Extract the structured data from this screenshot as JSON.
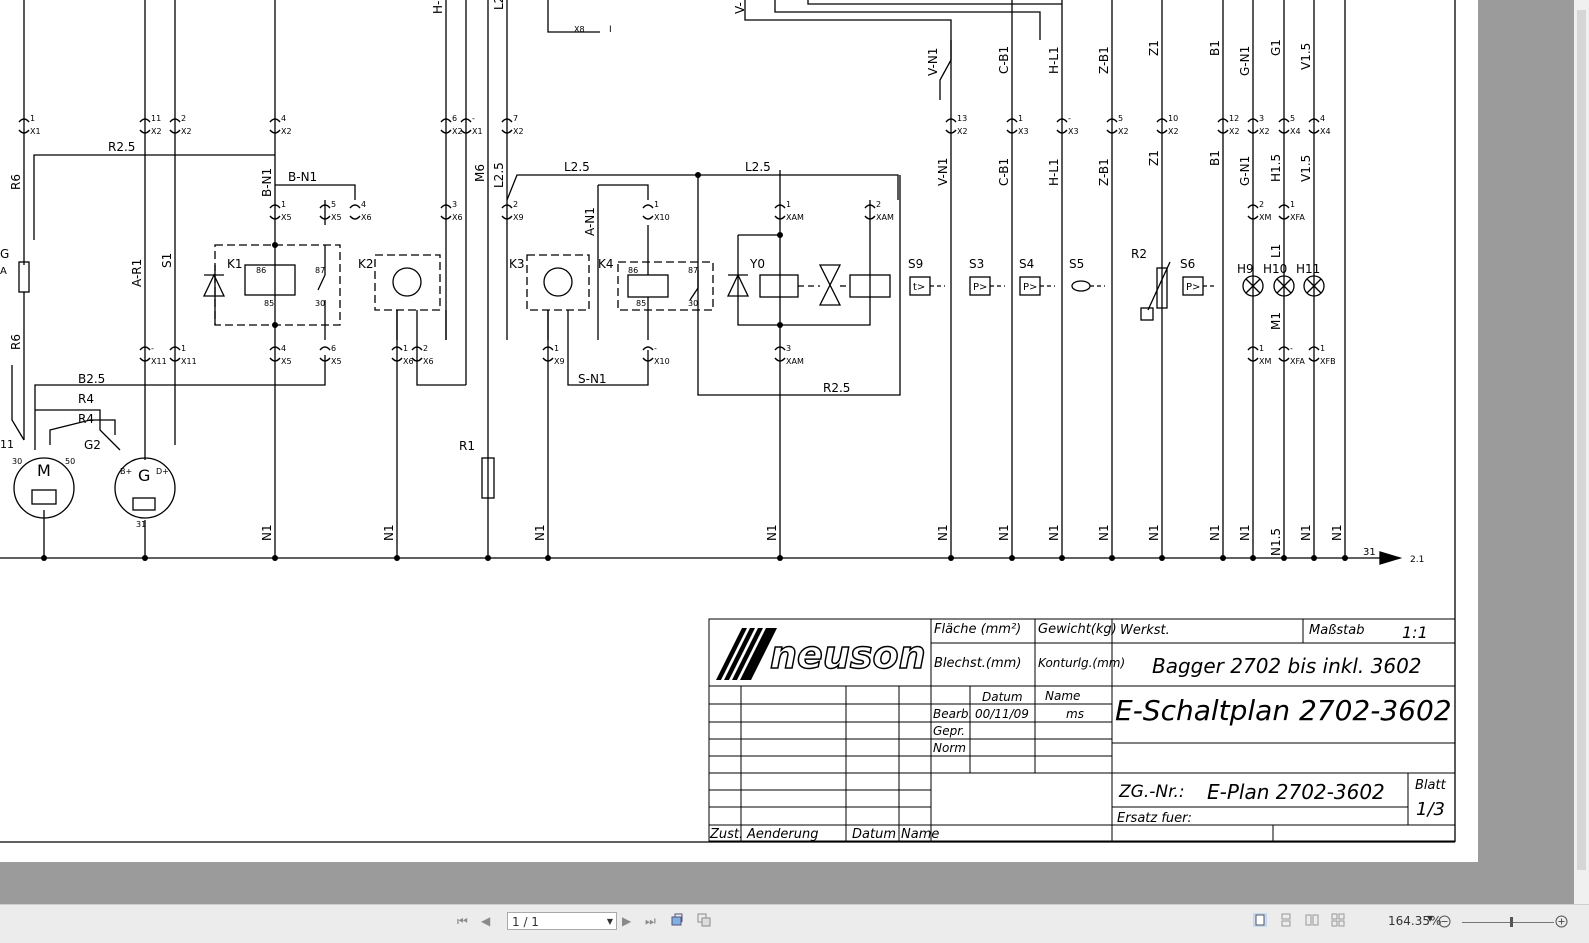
{
  "schematic": {
    "wire_labels": {
      "r25_top": "R2.5",
      "r6_upper": "R6",
      "r6_lower": "R6",
      "b25": "B2.5",
      "r4_a": "R4",
      "r4_b": "R4",
      "b_n1_vert": "B-N1",
      "b_n1_horiz": "B-N1",
      "a_r1": "A-R1",
      "s1": "S1",
      "m6": "M6",
      "l25_vert": "L2.5",
      "l25_h1": "L2.5",
      "l25_h2": "L2.5",
      "a_n1": "A-N1",
      "s_n1": "S-N1",
      "r25_bottom": "R2.5",
      "v_n1_top": "V-N1",
      "v_n1": "V-N1",
      "c_b1_top": "C-B1",
      "c_b1": "C-B1",
      "h_l1_top": "H-L1",
      "h_l1": "H-L1",
      "z_b1_top": "Z-B1",
      "z_b1": "Z-B1",
      "z1_top": "Z1",
      "z1": "Z1",
      "b1_top": "B1",
      "b1": "B1",
      "g_n1_top": "G-N1",
      "g_n1": "G-N1",
      "g1_top": "G1",
      "h15": "H1.5",
      "v15_top": "V1.5",
      "v15": "V1.5",
      "l1": "L1",
      "m1": "M1",
      "h_top": "H-",
      "l2_top": "L2",
      "v_top": "V-",
      "g_left": "G",
      "a_left": "A",
      "n1": "N1",
      "n15": "N1.5",
      "n31": "31",
      "ref21": "2.1",
      "x8": "X8",
      "i8": "I"
    },
    "components": {
      "k1": "K1",
      "k2": "K2",
      "k3": "K3",
      "k4": "K4",
      "y0": "Y0",
      "s9": "S9",
      "s3": "S3",
      "s4": "S4",
      "s5": "S5",
      "s6": "S6",
      "r2": "R2",
      "h9": "H9",
      "h10": "H10",
      "h11": "H11",
      "g2": "G2",
      "r1": "R1",
      "m_motor": "M",
      "g_alt": "G",
      "pin30": "30",
      "pin50": "50",
      "pin31": "31",
      "m1_left": "11",
      "dplus": "D+",
      "bplus": "B+",
      "relay86": "86",
      "relay85": "85",
      "relay87": "87",
      "relay30": "30",
      "t_sym": "t>",
      "p_sym": "P>"
    },
    "connectors": {
      "c1": [
        "1",
        "X1"
      ],
      "c2": [
        "11",
        "X2"
      ],
      "c3": [
        "2",
        "X2"
      ],
      "c4": [
        "4",
        "X2"
      ],
      "c5": [
        "6",
        "X2"
      ],
      "c6": [
        "-",
        "X1"
      ],
      "c7": [
        "7",
        "X2"
      ],
      "c8": [
        "13",
        "X2"
      ],
      "c9": [
        "1",
        "X3"
      ],
      "c10": [
        "-",
        "X3"
      ],
      "c11": [
        "5",
        "X2"
      ],
      "c12": [
        "10",
        "X2"
      ],
      "c13": [
        "12",
        "X2"
      ],
      "c14": [
        "3",
        "X2"
      ],
      "c15": [
        "5",
        "X4"
      ],
      "c16": [
        "4",
        "X4"
      ],
      "d1": [
        "1",
        "X5"
      ],
      "d2": [
        "5",
        "X5"
      ],
      "d3": [
        "4",
        "X6"
      ],
      "d4": [
        "3",
        "X6"
      ],
      "d5": [
        "2",
        "X9"
      ],
      "d6": [
        "1",
        "X10"
      ],
      "d7": [
        "1",
        "XAM"
      ],
      "d8": [
        "2",
        "XAM"
      ],
      "d9": [
        "2",
        "XM"
      ],
      "d10": [
        "1",
        "XFA"
      ],
      "e1": [
        "-",
        "X11"
      ],
      "e2": [
        "1",
        "X11"
      ],
      "e3": [
        "4",
        "X5"
      ],
      "e4": [
        "6",
        "X5"
      ],
      "e5": [
        "1",
        "X6"
      ],
      "e6": [
        "2",
        "X6"
      ],
      "e7": [
        "1",
        "X9"
      ],
      "e8": [
        "-",
        "X10"
      ],
      "e9": [
        "3",
        "XAM"
      ],
      "e10": [
        "1",
        "XM"
      ],
      "e11": [
        "-",
        "XFA"
      ],
      "e12": [
        "1",
        "XFB"
      ]
    }
  },
  "title_block": {
    "logo": "neuson",
    "flaeche": "Fläche (mm²)",
    "gewicht": "Gewicht(kg)",
    "werkst": "Werkst.",
    "massstab": "Maßstab",
    "massstab_value": "1:1",
    "blechst": "Blechst.(mm)",
    "konturlg": "Konturlg.(mm)",
    "bezeichnung": "Bagger 2702 bis inkl. 3602",
    "datum": "Datum",
    "name": "Name",
    "bearb": "Bearb.",
    "bearb_date": "00/11/09",
    "bearb_name": "ms",
    "gepr": "Gepr.",
    "norm": "Norm",
    "drawing_title": "E-Schaltplan 2702-3602",
    "zg_nr_label": "ZG.-Nr.:",
    "zg_nr": "E-Plan 2702-3602",
    "blatt": "Blatt",
    "blatt_value": "1/3",
    "ersatz": "Ersatz fuer:",
    "zust": "Zust.",
    "aenderung": "Aenderung",
    "datum2": "Datum",
    "name2": "Name"
  },
  "viewer": {
    "page_value": "1 / 1",
    "zoom": "164.35%",
    "icons": [
      "first-page-icon",
      "prev-page-icon",
      "next-page-icon",
      "last-page-icon",
      "rotate-icon",
      "fit-icon",
      "single-page-icon",
      "continuous-icon",
      "facing-icon",
      "facing-continuous-icon",
      "zoom-out-icon",
      "zoom-in-icon"
    ]
  }
}
